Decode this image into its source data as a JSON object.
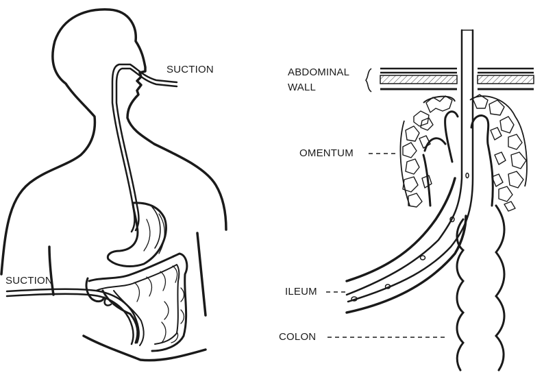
{
  "labels": {
    "suction_nasal": "SUCTION",
    "suction_abdominal": "SUCTION",
    "abdominal_wall_line1": "ABDOMINAL",
    "abdominal_wall_line2": "WALL",
    "omentum": "OMENTUM",
    "ileum": "ILEUM",
    "colon": "COLON"
  },
  "colors": {
    "ink": "#1a1a1a",
    "paper": "#ffffff",
    "hatch": "#333333"
  }
}
